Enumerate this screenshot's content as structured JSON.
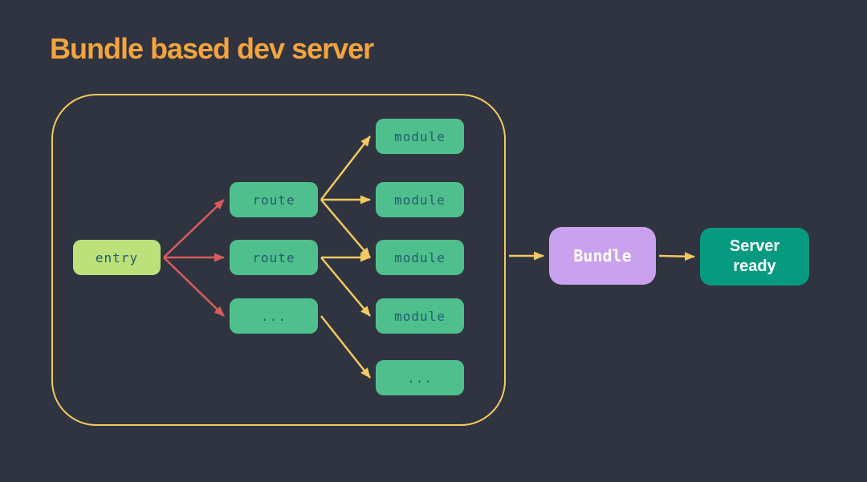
{
  "slide": {
    "title": "Bundle based dev server"
  },
  "colors": {
    "background": "#2f3440",
    "title": "#f4a43e",
    "container_border": "#f3c960",
    "yellow_arrow": "#f3c960",
    "red_arrow": "#d95c5c",
    "node_green": "#4fc08d",
    "node_green_light": "#bce17a",
    "node_purple": "#c9a1ec",
    "node_teal": "#069b80",
    "node_text_dark": "#215d6e",
    "node_text_light": "#ffffff"
  },
  "diagram": {
    "nodes": [
      {
        "id": "entry",
        "label": "entry"
      },
      {
        "id": "route1",
        "label": "route"
      },
      {
        "id": "route2",
        "label": "route"
      },
      {
        "id": "route3",
        "label": "..."
      },
      {
        "id": "module1",
        "label": "module"
      },
      {
        "id": "module2",
        "label": "module"
      },
      {
        "id": "module3",
        "label": "module"
      },
      {
        "id": "module4",
        "label": "module"
      },
      {
        "id": "module5",
        "label": "..."
      },
      {
        "id": "bundle",
        "label": "Bundle"
      },
      {
        "id": "server",
        "label": "Server ready"
      }
    ],
    "connections": [
      {
        "from": "entry",
        "to": "route1",
        "color": "red"
      },
      {
        "from": "entry",
        "to": "route2",
        "color": "red"
      },
      {
        "from": "entry",
        "to": "route3",
        "color": "red"
      },
      {
        "from": "route1",
        "to": "module1",
        "color": "yellow"
      },
      {
        "from": "route1",
        "to": "module2",
        "color": "yellow"
      },
      {
        "from": "route1",
        "to": "module3",
        "color": "yellow"
      },
      {
        "from": "route2",
        "to": "module3",
        "color": "yellow"
      },
      {
        "from": "route2",
        "to": "module4",
        "color": "yellow"
      },
      {
        "from": "route3",
        "to": "module5",
        "color": "yellow"
      },
      {
        "from": "container",
        "to": "bundle",
        "color": "yellow",
        "align": "target"
      },
      {
        "from": "bundle",
        "to": "server",
        "color": "yellow"
      }
    ]
  }
}
